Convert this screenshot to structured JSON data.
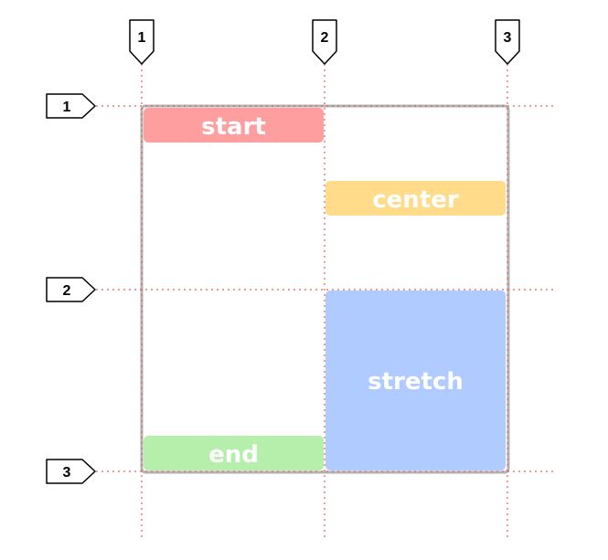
{
  "column_lines": [
    "1",
    "2",
    "3"
  ],
  "row_lines": [
    "1",
    "2",
    "3"
  ],
  "items": {
    "start": {
      "label": "start",
      "color": "#ff9e9e"
    },
    "center": {
      "label": "center",
      "color": "#ffdb8a"
    },
    "stretch": {
      "label": "stretch",
      "color": "#b0cbff"
    },
    "end": {
      "label": "end",
      "color": "#b6eeab"
    }
  },
  "colors": {
    "grid_line": "#e06060",
    "container_border": "#b3b3b3",
    "marker_stroke": "#000000"
  }
}
